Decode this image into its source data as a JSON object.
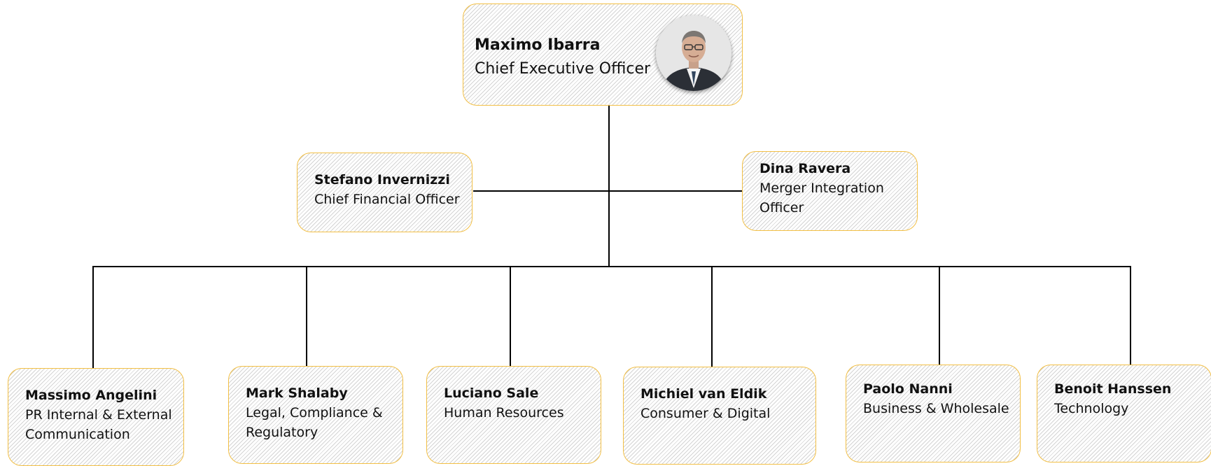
{
  "org_chart": {
    "ceo": {
      "name": "Maximo Ibarra",
      "role": "Chief Executive Officer",
      "photo": "portrait-photo"
    },
    "staff": [
      {
        "name": "Stefano Invernizzi",
        "role": "Chief Financial Officer"
      },
      {
        "name": "Dina Ravera",
        "role": "Merger Integration Officer"
      }
    ],
    "direct_reports": [
      {
        "name": "Massimo Angelini",
        "role": "PR Internal & External Communication"
      },
      {
        "name": "Mark Shalaby",
        "role": "Legal, Compliance & Regulatory"
      },
      {
        "name": "Luciano Sale",
        "role": "Human Resources"
      },
      {
        "name": "Michiel van Eldik",
        "role": "Consumer & Digital"
      },
      {
        "name": "Paolo Nanni",
        "role": "Business & Wholesale"
      },
      {
        "name": "Benoit Hanssen",
        "role": "Technology"
      }
    ],
    "colors": {
      "box_border": "#f2bf45",
      "hatch": "#cdcdcd",
      "connector": "#000000",
      "text": "#111111"
    }
  }
}
